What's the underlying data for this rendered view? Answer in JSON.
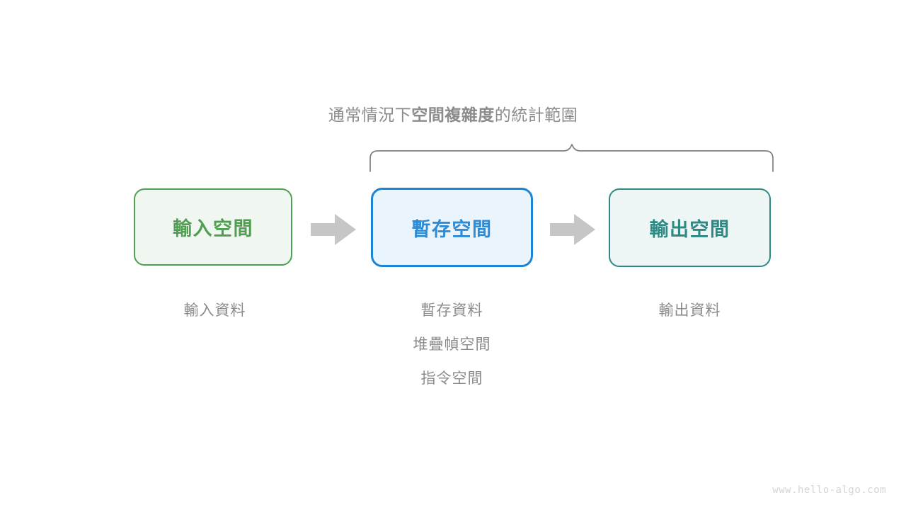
{
  "scope": {
    "title_prefix": "通常情況下",
    "title_strong": "空間複雜度",
    "title_suffix": "的統計範圍",
    "brace_color": "#808080"
  },
  "flow": {
    "stages": [
      {
        "id": "input",
        "label": "輸入空間",
        "text_color": "#4f9e52",
        "fill_color": "#f0f7f0",
        "border_color": "#4f9e52",
        "captions": [
          "輸入資料"
        ]
      },
      {
        "id": "temp",
        "label": "暫存空間",
        "text_color": "#2e8bd6",
        "fill_color": "#e9f4fd",
        "border_color": "#1c84d4",
        "captions": [
          "暫存資料",
          "堆疊幀空間",
          "指令空間"
        ]
      },
      {
        "id": "output",
        "label": "輸出空間",
        "text_color": "#2e8984",
        "fill_color": "#edf6f5",
        "border_color": "#2e8984",
        "captions": [
          "輸出資料"
        ]
      }
    ],
    "arrow_color": "#c6c6c6"
  },
  "watermark": {
    "text": "www.hello-algo.com"
  }
}
